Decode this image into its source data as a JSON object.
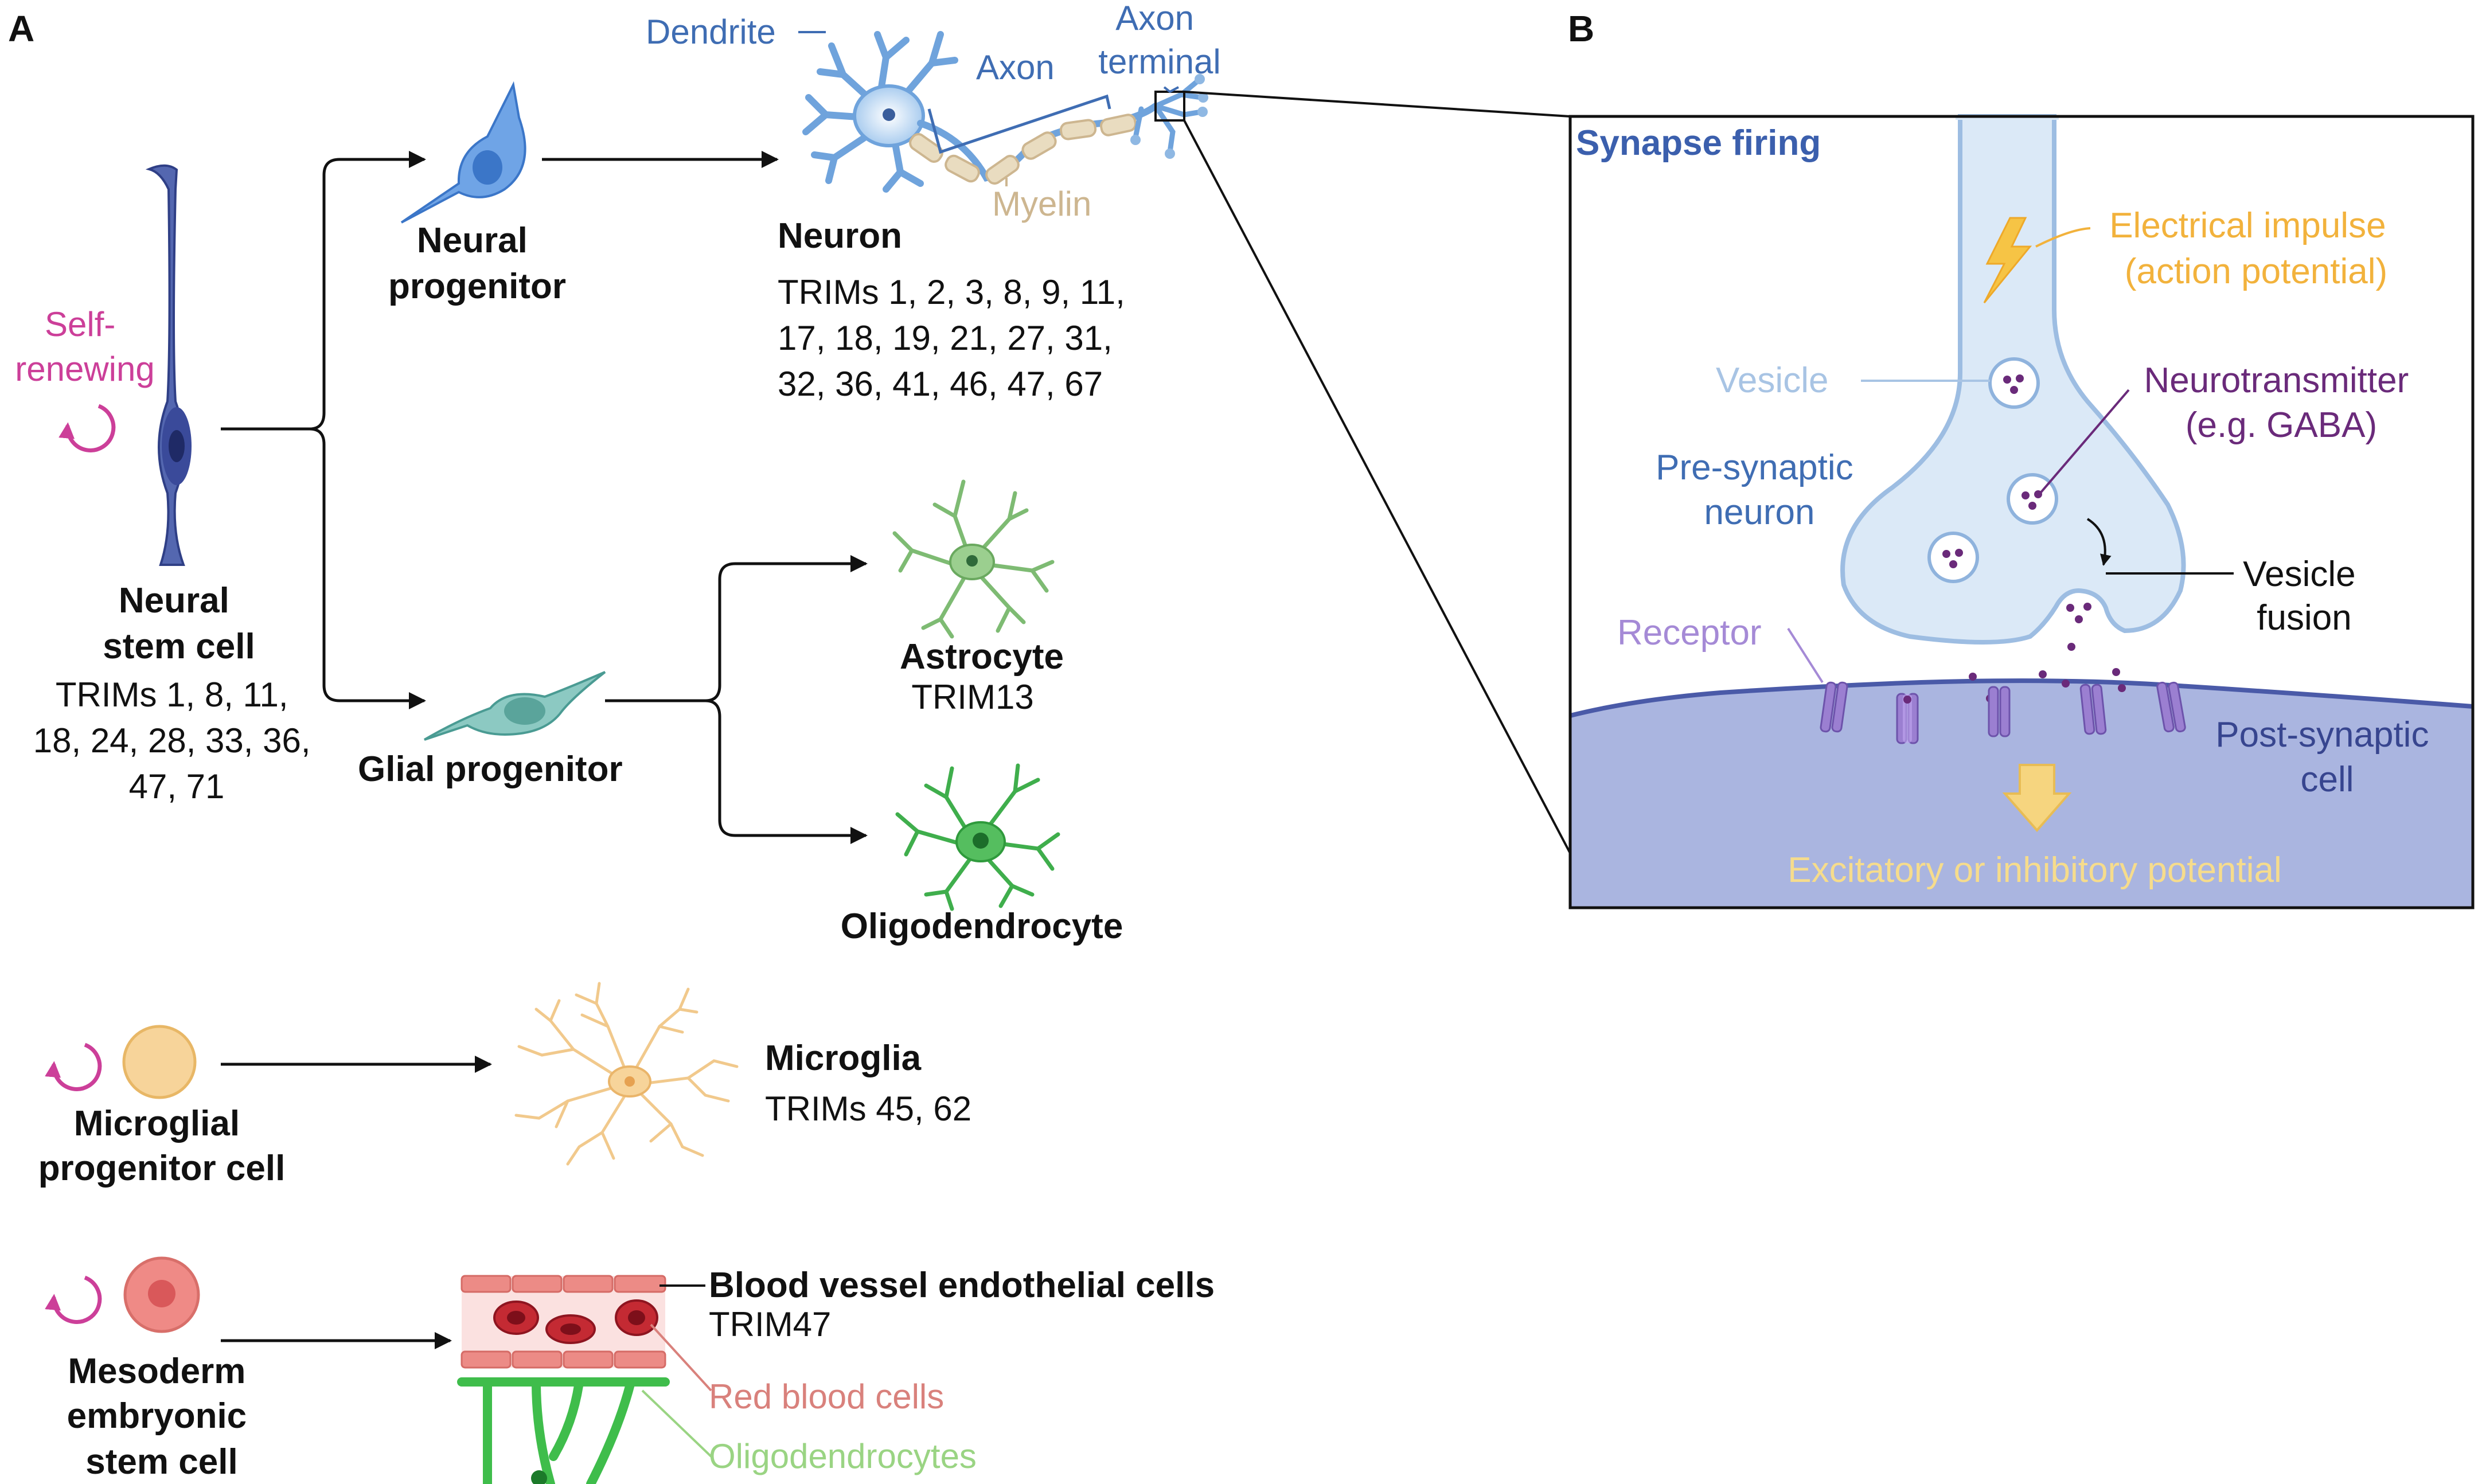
{
  "panel_a": {
    "label": "A",
    "self_renewing": [
      "Self-",
      "renewing"
    ],
    "dendrite": "Dendrite",
    "axon": "Axon",
    "axon_terminal": [
      "Axon",
      "terminal"
    ],
    "myelin": "Myelin",
    "neuron": {
      "title": "Neuron",
      "trims": [
        "TRIMs 1, 2, 3, 8, 9, 11,",
        "17, 18, 19, 21, 27, 31,",
        "32, 36, 41, 46, 47, 67"
      ]
    },
    "neural_progenitor": [
      "Neural",
      "progenitor"
    ],
    "neural_stem_cell": {
      "title": [
        "Neural",
        "stem cell"
      ],
      "trims": [
        "TRIMs 1, 8, 11,",
        "18, 24, 28, 33, 36,",
        "47, 71"
      ]
    },
    "glial_progenitor": "Glial progenitor",
    "astrocyte": {
      "title": "Astrocyte",
      "trims": "TRIM13"
    },
    "oligodendrocyte": "Oligodendrocyte",
    "microglial_progenitor": [
      "Microglial",
      "progenitor cell"
    ],
    "microglia": {
      "title": "Microglia",
      "trims": "TRIMs 45, 62"
    },
    "mesoderm": [
      "Mesoderm",
      "embryonic",
      "stem cell"
    ],
    "blood_vessel": {
      "title": "Blood vessel endothelial cells",
      "trims": "TRIM47"
    },
    "red_blood_cells": "Red blood cells",
    "oligodendrocytes": "Oligodendrocytes"
  },
  "panel_b": {
    "label": "B",
    "title": "Synapse firing",
    "electrical_impulse": [
      "Electrical impulse",
      "(action potential)"
    ],
    "vesicle": "Vesicle",
    "neurotransmitter": [
      "Neurotransmitter",
      "(e.g. GABA)"
    ],
    "pre_synaptic": [
      "Pre-synaptic",
      "neuron"
    ],
    "vesicle_fusion": [
      "Vesicle",
      "fusion"
    ],
    "receptor": "Receptor",
    "post_synaptic": [
      "Post-synaptic",
      "cell"
    ],
    "potential": "Excitatory or inhibitory potential"
  },
  "colors": {
    "label_blue": "#3f6db3",
    "self_renewing_magenta": "#cc3f99",
    "myelin_tan": "#cdb690",
    "vesicle_blue": "#a8c4e4",
    "impulse_orange": "#f2b23c",
    "neurotransmitter_purple": "#6a2a7a",
    "receptor_lavender": "#a58ad6",
    "post_synaptic_navy": "#37458f",
    "potential_yellow": "#f6dc8c",
    "rbc_pink": "#d9817c",
    "oligodendrocyte_green": "#9ad483",
    "synapse_title_blue": "#3b5fad"
  },
  "icons": [
    "self-renew-cycle-icon",
    "neuron-icon",
    "astrocyte-icon",
    "oligodendrocyte-icon",
    "microglia-icon",
    "blood-vessel-icon",
    "lightning-icon",
    "receptor-icon",
    "down-arrow-icon"
  ]
}
